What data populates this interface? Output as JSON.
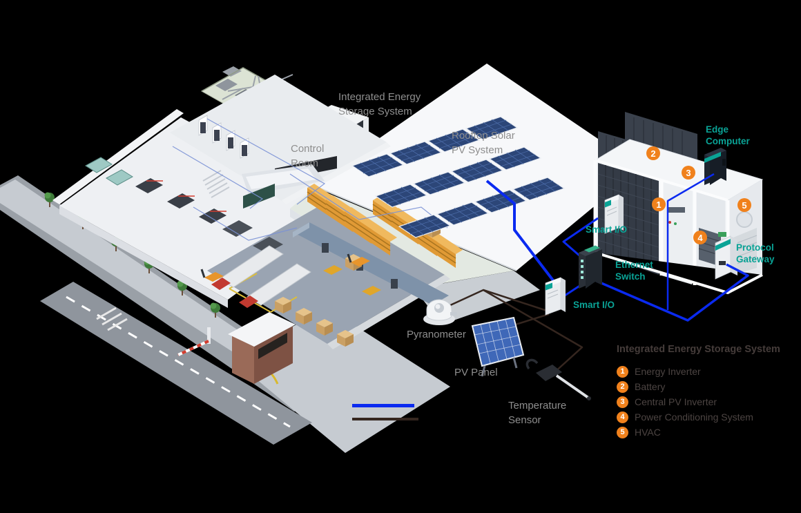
{
  "colors": {
    "teal_label": "#0aa396",
    "orange_callout": "#f0811c",
    "blue_power_line": "#0a2af0",
    "dark_sensor_line": "#35261f",
    "gray_label": "#8e8e8e",
    "legend_text": "#4c4442"
  },
  "labels": {
    "iess_top": {
      "line1": "Integrated Energy",
      "line2": "Storage System"
    },
    "control_room": {
      "line1": "Control",
      "line2": "Room"
    },
    "rooftop": {
      "line1": "Rooftop Solar",
      "line2": "PV System"
    },
    "edge_computer": {
      "line1": "Edge",
      "line2": "Computer"
    },
    "smart_io": "Smart I/O",
    "ethernet_switch": {
      "line1": "Ethernet",
      "line2": "Switch"
    },
    "protocol_gateway": {
      "line1": "Protocol",
      "line2": "Gateway"
    },
    "pyranometer": "Pyranometer",
    "pv_panel": "PV Panel",
    "temperature_sensor": {
      "line1": "Temperature",
      "line2": "Sensor"
    }
  },
  "legend": {
    "title": "Integrated Energy Storage System",
    "items": [
      {
        "num": "1",
        "label": "Energy Inverter"
      },
      {
        "num": "2",
        "label": "Battery"
      },
      {
        "num": "3",
        "label": "Central PV Inverter"
      },
      {
        "num": "4",
        "label": "Power Conditioning System"
      },
      {
        "num": "5",
        "label": "HVAC"
      }
    ],
    "line_swatches": [
      {
        "name": "power-network-line",
        "color": "#0a2af0"
      },
      {
        "name": "sensor-signal-line",
        "color": "#35261f"
      }
    ]
  }
}
